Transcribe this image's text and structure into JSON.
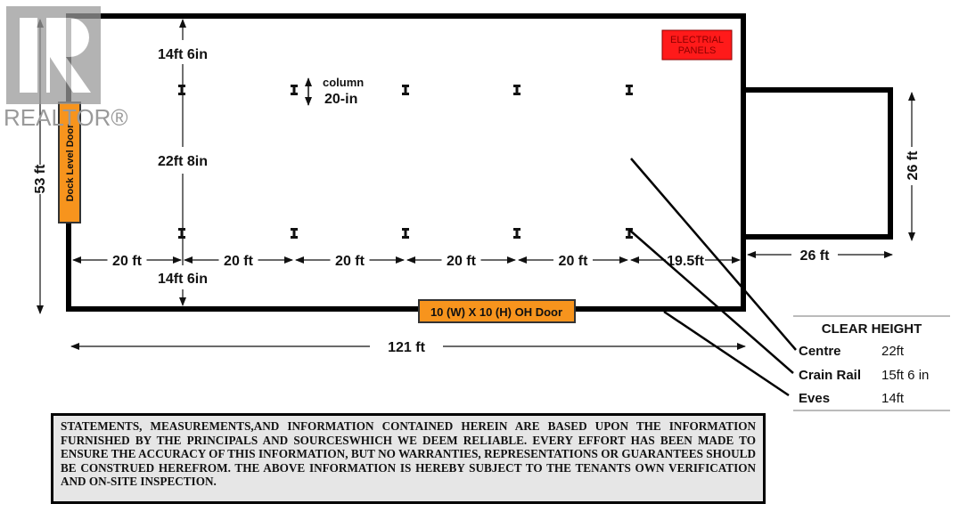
{
  "logo": {
    "text": "REALTOR®"
  },
  "plan": {
    "electrical": {
      "line1": "ELECTRIAL",
      "line2": "PANELS"
    },
    "column": {
      "label": "column",
      "size": "20-in"
    },
    "dock_door": "Dock Level Door",
    "oh_door": "10 (W) X 10 (H) OH Door",
    "heights": {
      "top": "14ft 6in",
      "middle": "22ft 8in",
      "bottom": "14ft 6in"
    },
    "spans": [
      "20 ft",
      "20 ft",
      "20 ft",
      "20 ft",
      "20 ft",
      "19.5ft"
    ],
    "overall_depth": "53 ft",
    "overall_length": "121 ft",
    "annex_width": "26 ft",
    "annex_depth": "26 ft",
    "colors": {
      "door": "#f7941d",
      "panel": "#ff1a1a",
      "panel_text": "#8b0000"
    }
  },
  "clear_height": {
    "title": "CLEAR HEIGHT",
    "rows": [
      {
        "label": "Centre",
        "value": "22ft"
      },
      {
        "label": "Crain Rail",
        "value": "15ft 6 in"
      },
      {
        "label": "Eves",
        "value": "14ft"
      }
    ]
  },
  "disclaimer": "STATEMENTS, MEASUREMENTS,AND INFORMATION CONTAINED HEREIN ARE BASED UPON THE INFORMATION FURNISHED BY THE PRINCIPALS AND SOURCESWHICH WE DEEM RELIABLE. EVERY EFFORT HAS BEEN MADE TO ENSURE THE ACCURACY OF THIS INFORMATION, BUT NO WARRANTIES, REPRESENTATIONS OR GUARANTEES SHOULD BE CONSTRUED HEREFROM. THE ABOVE INFORMATION IS HEREBY SUBJECT TO THE TENANTS OWN VERIFICATION AND ON-SITE INSPECTION."
}
